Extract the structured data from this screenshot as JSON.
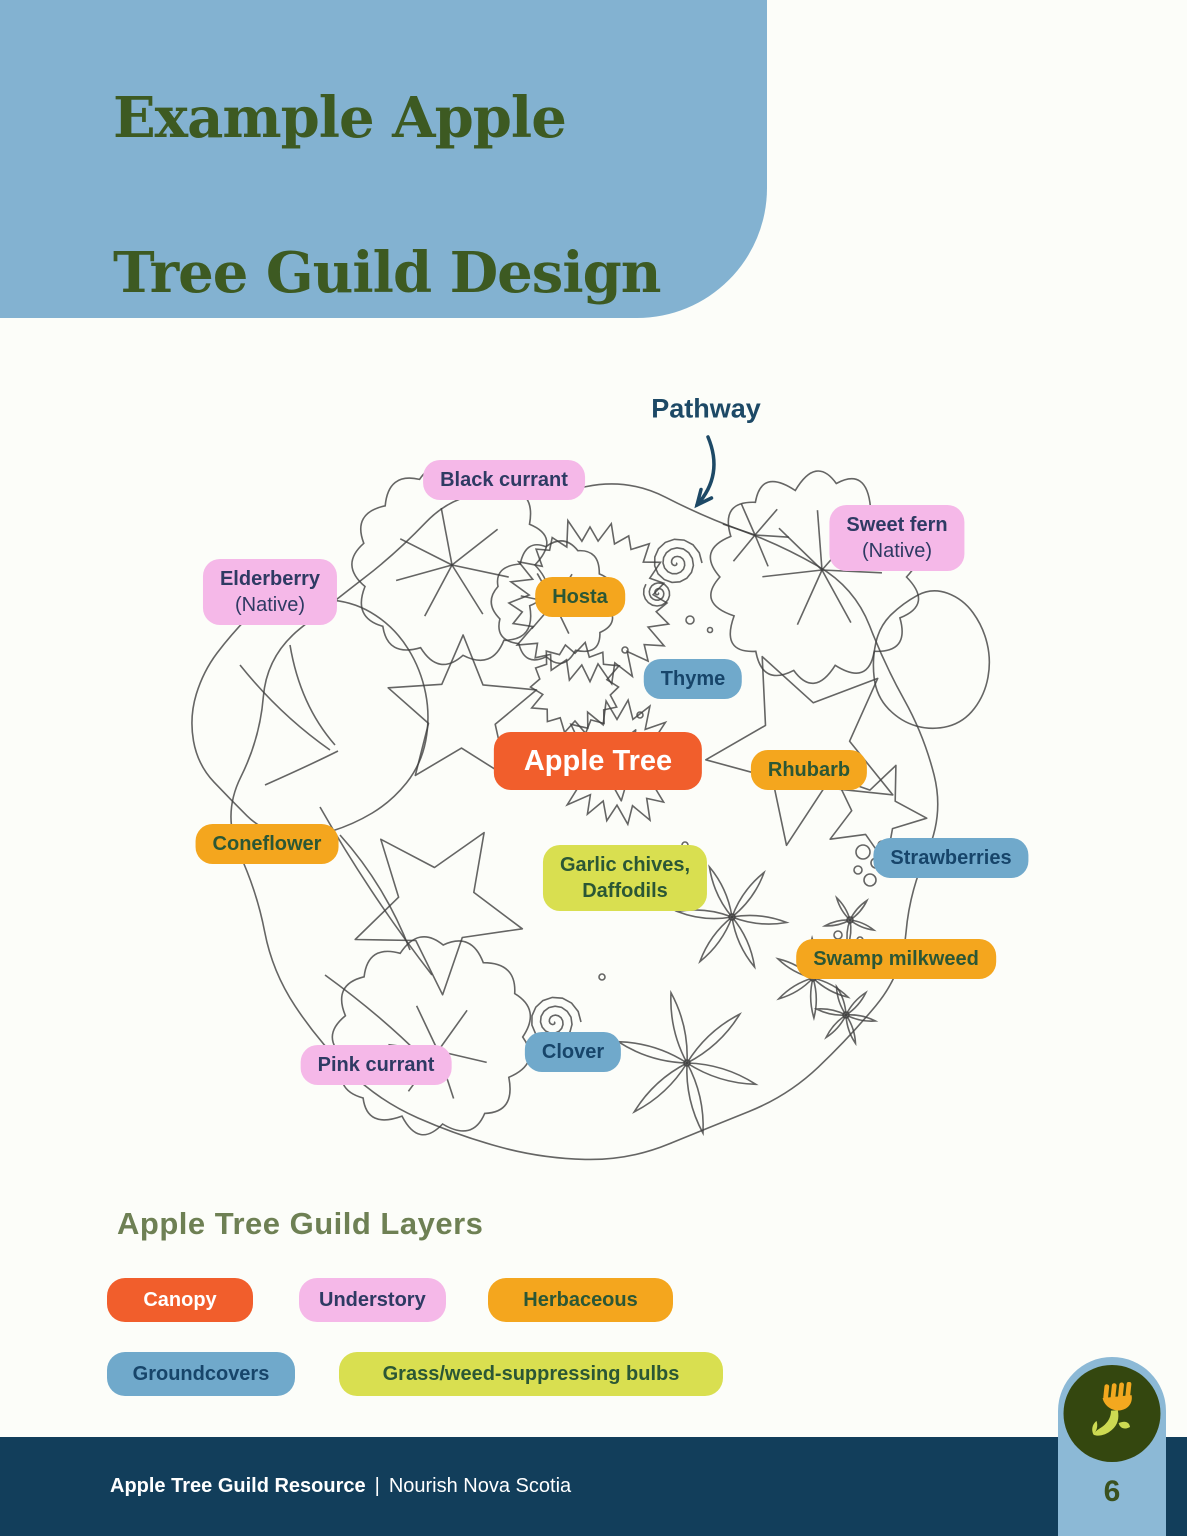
{
  "page": {
    "title_line1": "Example Apple",
    "title_line2": "Tree Guild Design",
    "page_number": "6"
  },
  "diagram": {
    "pathway_label": "Pathway",
    "labels": [
      {
        "text": "Black currant",
        "layer": "understory"
      },
      {
        "text": "Sweet fern",
        "subtext": "(Native)",
        "layer": "understory"
      },
      {
        "text": "Elderberry",
        "subtext": "(Native)",
        "layer": "understory"
      },
      {
        "text": "Hosta",
        "layer": "herbaceous"
      },
      {
        "text": "Thyme",
        "layer": "groundcovers"
      },
      {
        "text": "Apple Tree",
        "layer": "canopy"
      },
      {
        "text": "Rhubarb",
        "layer": "herbaceous"
      },
      {
        "text": "Coneflower",
        "layer": "herbaceous"
      },
      {
        "text": "Garlic chives,",
        "subtext": "Daffodils",
        "layer": "bulbs"
      },
      {
        "text": "Strawberries",
        "layer": "groundcovers"
      },
      {
        "text": "Swamp milkweed",
        "layer": "herbaceous"
      },
      {
        "text": "Clover",
        "layer": "groundcovers"
      },
      {
        "text": "Pink currant",
        "layer": "understory"
      }
    ]
  },
  "legend": {
    "heading": "Apple Tree Guild Layers",
    "items": [
      {
        "label": "Canopy",
        "layer": "canopy"
      },
      {
        "label": "Understory",
        "layer": "understory"
      },
      {
        "label": "Herbaceous",
        "layer": "herbaceous"
      },
      {
        "label": "Groundcovers",
        "layer": "groundcovers"
      },
      {
        "label": "Grass/weed-suppressing bulbs",
        "layer": "bulbs"
      }
    ]
  },
  "footer": {
    "doc_title": "Apple Tree Guild Resource",
    "separator": "|",
    "org": "Nourish Nova Scotia"
  },
  "colors": {
    "header_blue": "#83b2d1",
    "title_green": "#3d5a22",
    "legend_heading_green": "#6e8054",
    "footer_navy": "#123e5b",
    "canopy_orange": "#f15e2c",
    "understory_pink": "#f5b8e8",
    "herbaceous_amber": "#f4a61e",
    "groundcovers_blue": "#70a9cb",
    "bulbs_lime": "#d9df50",
    "pathway_navy": "#1d4966",
    "logo_olive": "#34470f",
    "logo_fork_orange": "#f3a81f",
    "logo_leaf_lime": "#cdda52"
  }
}
